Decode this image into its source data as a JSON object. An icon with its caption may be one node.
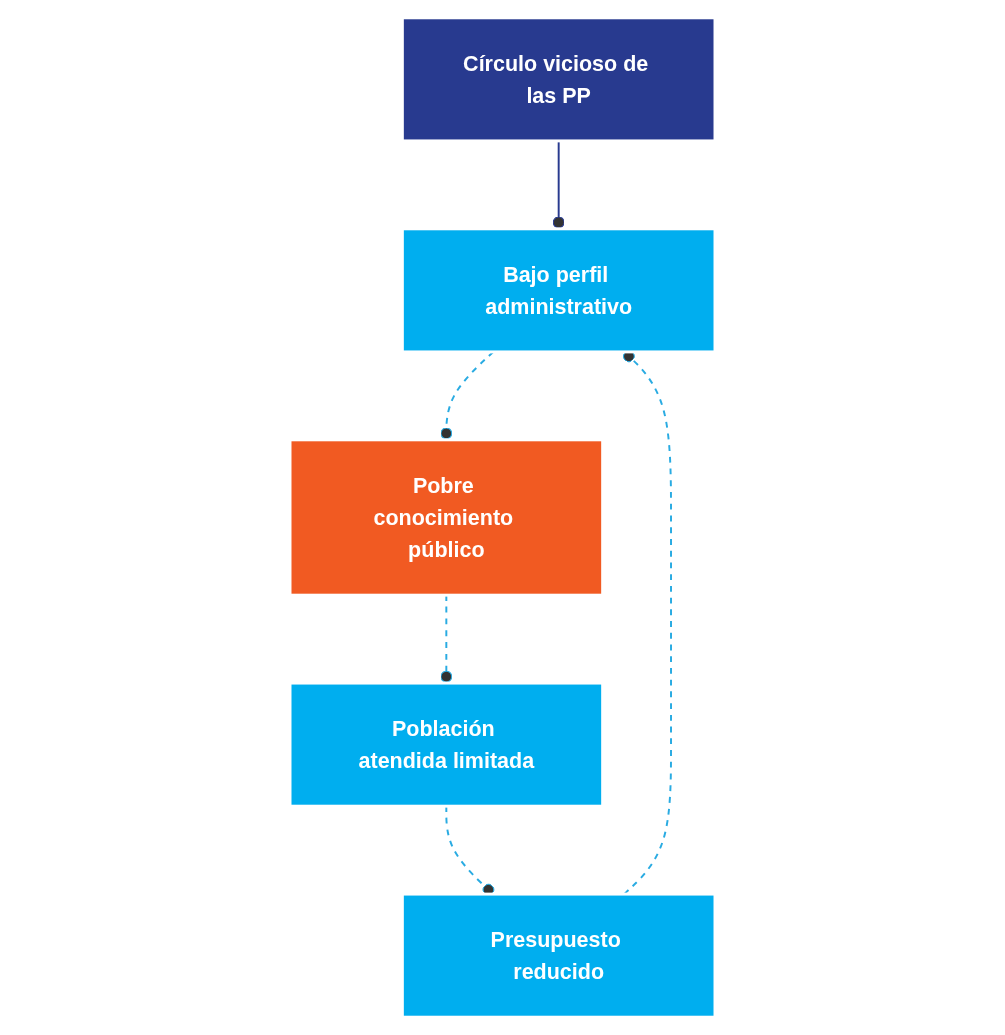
{
  "diagram": {
    "nodes": [
      {
        "text": [
          "Círculo vicioso de las PP"
        ]
      },
      {
        "text": [
          "Bajo perfil administrativo"
        ]
      },
      {
        "text": [
          "Pobre conocimiento público"
        ]
      },
      {
        "text": [
          "Presupuesto reducido"
        ]
      },
      {
        "text": [
          "Población atendida limitada"
        ]
      }
    ],
    "edges": [
      {
        "from": 0,
        "to": 1,
        "arrow": "other",
        "color": "#283a8f"
      },
      {
        "from": 3,
        "to": 1,
        "arrow": "other",
        "style": "dashed"
      },
      {
        "from": 4,
        "to": 3,
        "arrow": "other",
        "style": "dashed"
      },
      {
        "from": 2,
        "to": 4,
        "arrow": "other",
        "style": "dashed"
      },
      {
        "from": 1,
        "to": 2,
        "arrow": "other",
        "style": "dashed"
      }
    ]
  }
}
